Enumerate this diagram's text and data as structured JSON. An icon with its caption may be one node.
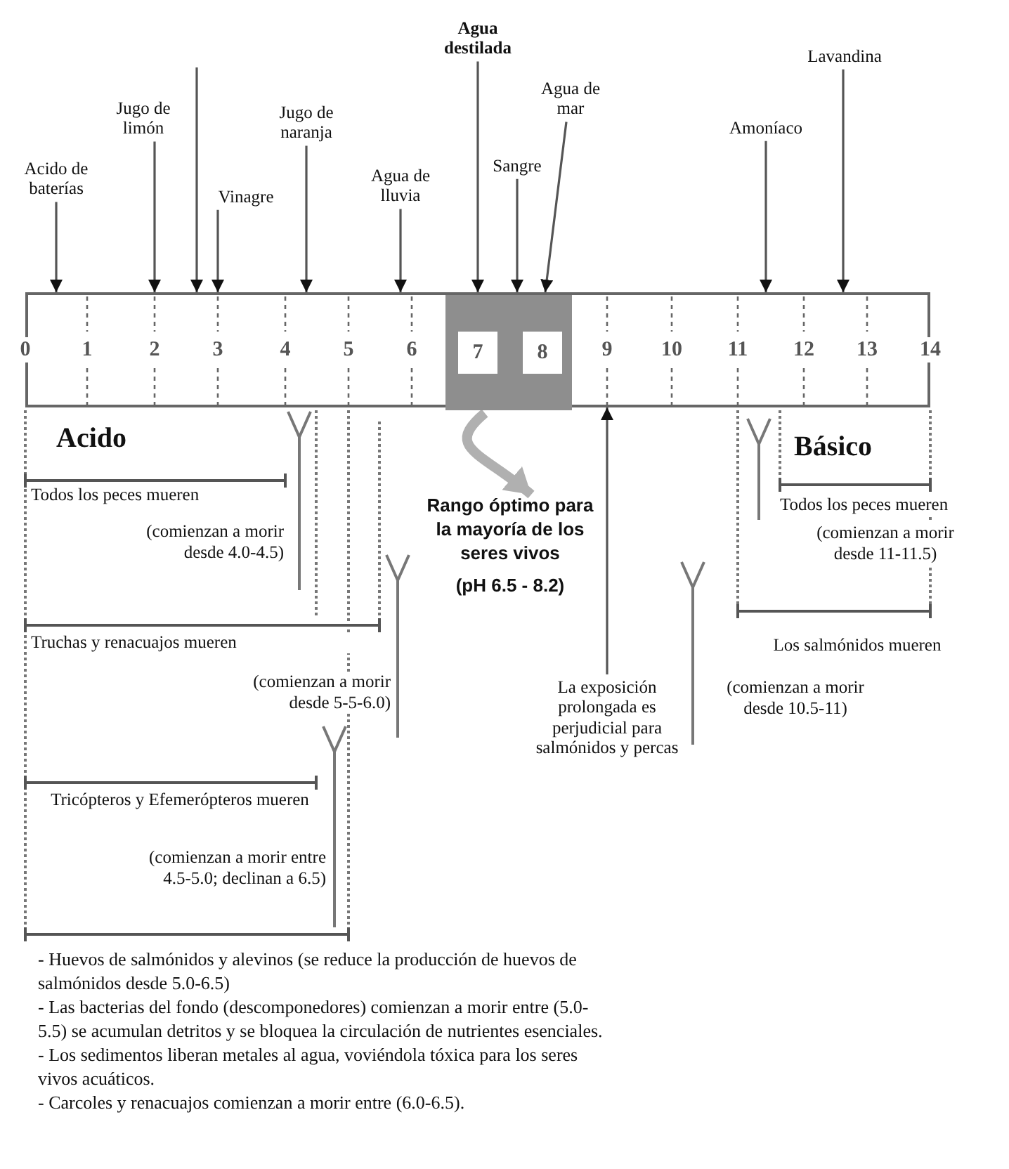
{
  "diagram": {
    "nodes": [
      {
        "text": [],
        "shape": "bar"
      },
      {
        "text": [],
        "shape": "box",
        "in": 0
      },
      {
        "text": [
          "Acido de baterías"
        ]
      },
      {
        "text": [
          "Jugo de limón"
        ]
      },
      {
        "text": [
          "Vinagre"
        ]
      },
      {
        "text": [
          "Jugo de naranja"
        ]
      },
      {
        "text": [
          "Agua de lluvia"
        ]
      },
      {
        "text": [
          "Agua destilada"
        ]
      },
      {
        "text": [
          "Sangre"
        ]
      },
      {
        "text": [
          "Agua de mar"
        ]
      },
      {
        "text": [
          "Amoníaco"
        ]
      },
      {
        "text": [
          "Lavandina"
        ]
      },
      {
        "text": [
          "Rango óptimo para la mayoría de los seres vivos",
          "(pH 6.5 - 8.2)"
        ]
      },
      {
        "text": [
          "La exposición prolongada es perjudicial para salmónidos y percas"
        ]
      }
    ],
    "edges": [
      {
        "from": 2,
        "to": 0,
        "arrow": "to"
      },
      {
        "from": 3,
        "to": 0,
        "arrow": "to"
      },
      {
        "from": null,
        "to": 0,
        "arrow": "to"
      },
      {
        "from": 4,
        "to": 0,
        "arrow": "to"
      },
      {
        "from": 5,
        "to": 0,
        "arrow": "to"
      },
      {
        "from": 6,
        "to": 0,
        "arrow": "to"
      },
      {
        "from": 7,
        "to": 0,
        "arrow": "to"
      },
      {
        "from": 8,
        "to": 0,
        "arrow": "to"
      },
      {
        "from": 9,
        "to": 0,
        "arrow": "to"
      },
      {
        "from": 10,
        "to": 0,
        "arrow": "to"
      },
      {
        "from": 11,
        "to": 0,
        "arrow": "to"
      },
      {
        "from": 1,
        "to": 12,
        "arrow": "to",
        "style": "thick",
        "color": "#b0b0b0"
      },
      {
        "from": 13,
        "to": 0,
        "arrow": "to"
      }
    ],
    "labels": [
      "0",
      "1",
      "2",
      "3",
      "4",
      "5",
      "6",
      "7",
      "8",
      "9",
      "10",
      "11",
      "12",
      "13",
      "14",
      "Acido",
      "Básico",
      "Todos los peces mueren",
      "(comienzan a morir desde 4.0-4.5)",
      "Todos los peces mueren",
      "(comienzan a morir desde 11-11.5)",
      "Truchas y renacuajos mueren",
      "(comienzan a morir desde 5-5-6.0)",
      "Los salmónidos mueren",
      "(comienzan a morir desde 10.5-11)",
      "Tricópteros y Efemerópteros mueren",
      "(comienzan a morir entre 4.5-5.0; declinan a 6.5)",
      "- Huevos de salmónidos y alevinos (se reduce la producción de huevos de salmónidos desde 5.0-6.5)",
      "- Las bacterias del fondo (descomponedores) comienzan a morir entre (5.0-5.5) se acumulan detritos y se bloquea la circulación de nutrientes esenciales.",
      "- Los sedimentos liberan metales al agua, voviéndola tóxica para los seres vivos acuáticos.",
      "- Carcoles y renacuajos comienzan a morir entre (6.0-6.5)."
    ]
  }
}
